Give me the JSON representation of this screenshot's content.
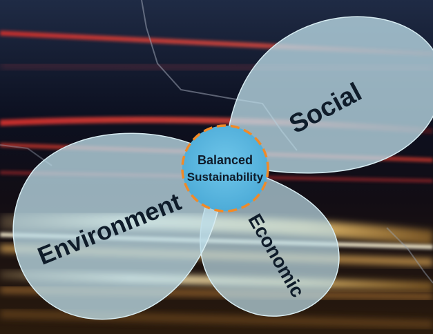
{
  "diagram": {
    "petals": [
      {
        "id": "social",
        "label": "Social"
      },
      {
        "id": "environment",
        "label": "Environment"
      },
      {
        "id": "economic",
        "label": "Economic"
      }
    ],
    "center": {
      "line1": "Balanced",
      "line2": "Sustainability"
    }
  },
  "colors": {
    "petal_fill": "#bcdde8",
    "petal_stroke": "#d7ecf2",
    "center_fill": "#5ab7df",
    "center_dash": "#f08a28",
    "text": "#0f1c2a",
    "background": "#0b0f1c",
    "light_streak_red": "#d8302c",
    "light_streak_gold": "#f4d089"
  }
}
